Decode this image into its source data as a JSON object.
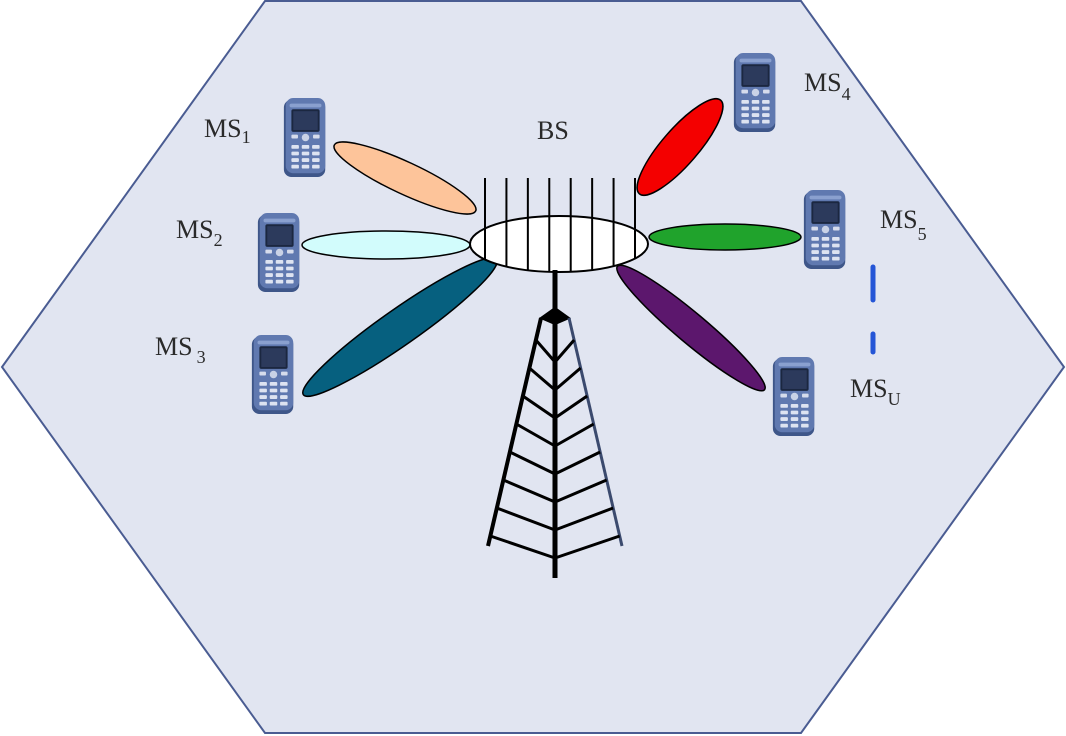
{
  "diagram": {
    "base_station": {
      "label": "BS",
      "antenna_count": 8
    },
    "mobile_stations": [
      {
        "id": "ms1",
        "prefix": "MS",
        "index": "1"
      },
      {
        "id": "ms2",
        "prefix": "MS",
        "index": "2"
      },
      {
        "id": "ms3",
        "prefix": "MS",
        "index": "3"
      },
      {
        "id": "ms4",
        "prefix": "MS",
        "index": "4"
      },
      {
        "id": "ms5",
        "prefix": "MS",
        "index": "5"
      },
      {
        "id": "msu",
        "prefix": "MS",
        "index": "U"
      }
    ],
    "colors": {
      "cell_fill": "#e1e5f1",
      "cell_stroke": "#4a5c92",
      "beam_ms1": "#fdc49a",
      "beam_ms2": "#d2fcfc",
      "beam_ms3": "#06607f",
      "beam_ms4": "#f40000",
      "beam_ms5": "#20a32c",
      "beam_msu": "#5c176d",
      "ellipsis_dash": "#2455d6",
      "phone_body": "#5570a4",
      "tower": "#000000"
    },
    "icons": [
      "hexagonal-cell",
      "base-station-tower",
      "antenna-array",
      "mobile-phone-icon"
    ]
  }
}
